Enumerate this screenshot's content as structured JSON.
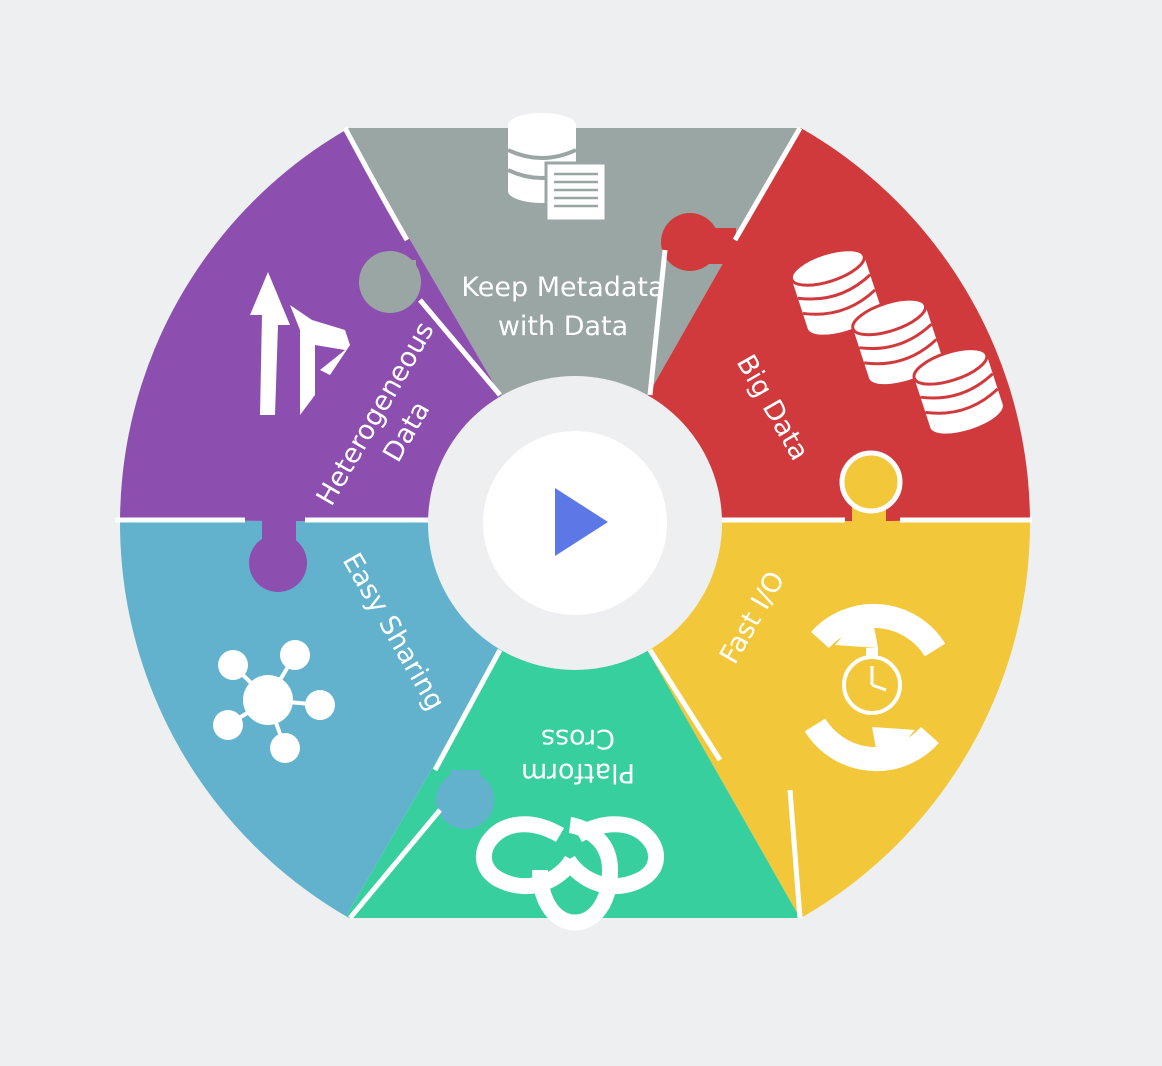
{
  "wheel": {
    "segments": [
      {
        "id": "metadata",
        "label_lines": [
          "Keep Metadata",
          "with Data"
        ],
        "color": "#9aa6a4",
        "icon": "database-document-icon"
      },
      {
        "id": "bigdata",
        "label_lines": [
          "Big Data"
        ],
        "color": "#d13a3c",
        "icon": "stacked-databases-icon"
      },
      {
        "id": "fastio",
        "label_lines": [
          "Fast I/O"
        ],
        "color": "#f2c83a",
        "icon": "stopwatch-cycle-icon"
      },
      {
        "id": "crossplatform",
        "label_lines": [
          "Cross",
          "Platform"
        ],
        "color": "#37cf9e",
        "icon": "trefoil-knot-icon"
      },
      {
        "id": "sharing",
        "label_lines": [
          "Easy Sharing"
        ],
        "color": "#62b2cd",
        "icon": "network-sharing-icon"
      },
      {
        "id": "hetero",
        "label_lines": [
          "Heterogeneous",
          "Data"
        ],
        "color": "#8c4fb0",
        "icon": "arrows-chart-icon"
      }
    ],
    "divider_color": "#ffffff",
    "hub_ring_color": "#eeeff1"
  },
  "play_button": {
    "icon": "play-icon",
    "color": "#5b78e6",
    "background": "#ffffff"
  }
}
